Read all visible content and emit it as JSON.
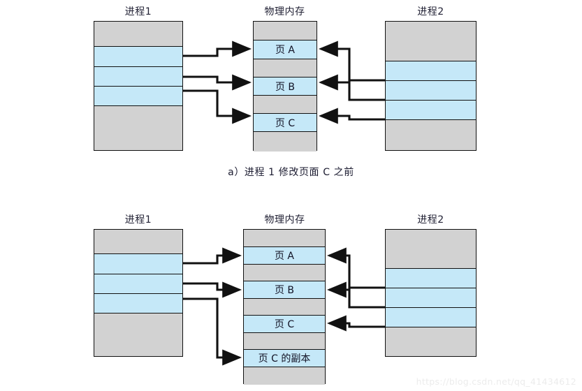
{
  "figure": {
    "watermark": "https://blog.csdn.net/qq_41434612",
    "colors": {
      "blue_page": "#c5e8f8",
      "gray_block": "#d2d2d2",
      "outline": "#111111",
      "text": "#1b1b30",
      "watermark": "#ececec"
    }
  },
  "panel_a": {
    "caption": "a）进程 1 修改页面 C 之前",
    "process1": {
      "title": "进程1",
      "rows": [
        {
          "label": "",
          "kind": "gray"
        },
        {
          "label": "",
          "kind": "blue"
        },
        {
          "label": "",
          "kind": "blue"
        },
        {
          "label": "",
          "kind": "blue"
        },
        {
          "label": "",
          "kind": "gray"
        }
      ]
    },
    "memory": {
      "title": "物理内存",
      "rows": [
        {
          "label": "",
          "kind": "gray"
        },
        {
          "label": "页 A",
          "kind": "blue"
        },
        {
          "label": "",
          "kind": "gray"
        },
        {
          "label": "页 B",
          "kind": "blue"
        },
        {
          "label": "",
          "kind": "gray"
        },
        {
          "label": "页 C",
          "kind": "blue"
        },
        {
          "label": "",
          "kind": "gray"
        }
      ]
    },
    "process2": {
      "title": "进程2",
      "rows": [
        {
          "label": "",
          "kind": "gray"
        },
        {
          "label": "",
          "kind": "blue"
        },
        {
          "label": "",
          "kind": "blue"
        },
        {
          "label": "",
          "kind": "blue"
        },
        {
          "label": "",
          "kind": "gray"
        }
      ]
    },
    "mappings_left": [
      {
        "from": "process1.row2",
        "to": "页 A"
      },
      {
        "from": "process1.row3",
        "to": "页 B"
      },
      {
        "from": "process1.row4",
        "to": "页 C"
      }
    ],
    "mappings_right": [
      {
        "from": "process2.row2",
        "to": "页 A"
      },
      {
        "from": "process2.row3",
        "to": "页 B"
      },
      {
        "from": "process2.row4",
        "to": "页 C"
      }
    ]
  },
  "panel_b": {
    "caption": "",
    "process1": {
      "title": "进程1",
      "rows": [
        {
          "label": "",
          "kind": "gray"
        },
        {
          "label": "",
          "kind": "blue"
        },
        {
          "label": "",
          "kind": "blue"
        },
        {
          "label": "",
          "kind": "blue"
        },
        {
          "label": "",
          "kind": "gray"
        }
      ]
    },
    "memory": {
      "title": "物理内存",
      "rows": [
        {
          "label": "",
          "kind": "gray"
        },
        {
          "label": "页 A",
          "kind": "blue"
        },
        {
          "label": "",
          "kind": "gray"
        },
        {
          "label": "页 B",
          "kind": "blue"
        },
        {
          "label": "",
          "kind": "gray"
        },
        {
          "label": "页 C",
          "kind": "blue"
        },
        {
          "label": "",
          "kind": "gray"
        },
        {
          "label": "页 C 的副本",
          "kind": "blue"
        },
        {
          "label": "",
          "kind": "gray"
        }
      ]
    },
    "process2": {
      "title": "进程2",
      "rows": [
        {
          "label": "",
          "kind": "gray"
        },
        {
          "label": "",
          "kind": "blue"
        },
        {
          "label": "",
          "kind": "blue"
        },
        {
          "label": "",
          "kind": "blue"
        },
        {
          "label": "",
          "kind": "gray"
        }
      ]
    },
    "mappings_left": [
      {
        "from": "process1.row2",
        "to": "页 A"
      },
      {
        "from": "process1.row3",
        "to": "页 B"
      },
      {
        "from": "process1.row4",
        "to": "页 C 的副本"
      }
    ],
    "mappings_right": [
      {
        "from": "process2.row2",
        "to": "页 A"
      },
      {
        "from": "process2.row3",
        "to": "页 B"
      },
      {
        "from": "process2.row4",
        "to": "页 C"
      }
    ]
  }
}
